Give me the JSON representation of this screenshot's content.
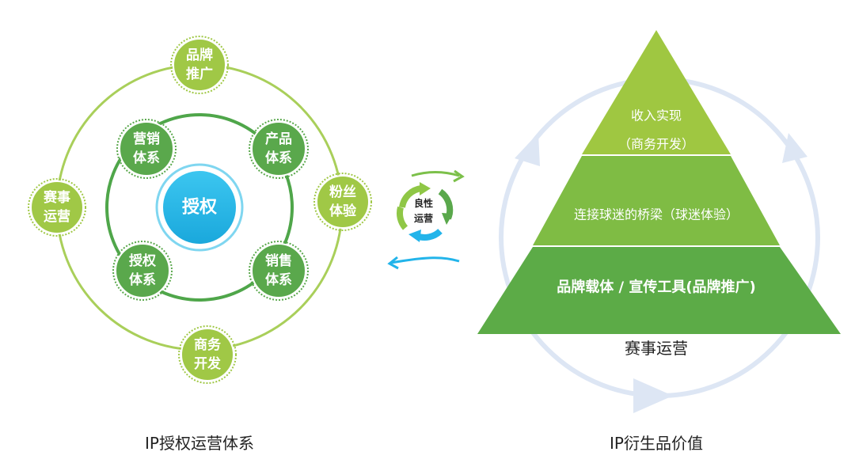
{
  "colors": {
    "outer_ring": "#a9cf5a",
    "inner_ring": "#4fa64a",
    "outer_node": "#a0c846",
    "inner_node": "#5aa84c",
    "center_fill": "#2ab8e6",
    "center_ring": "#7fd6f0",
    "cycle_green_light": "#8fc746",
    "cycle_green_dark": "#5aa84c",
    "cycle_blue": "#22b4ea",
    "flow_arrow_green": "#7cc04a",
    "flow_arrow_blue": "#22b4ea",
    "pyramid_top": "#9fc741",
    "pyramid_mid": "#7fbc44",
    "pyramid_base": "#5cab47",
    "orbit": "#dde6f4"
  },
  "left_diagram": {
    "center": "授权",
    "inner_nodes": [
      {
        "line1": "营销",
        "line2": "体系"
      },
      {
        "line1": "产品",
        "line2": "体系"
      },
      {
        "line1": "授权",
        "line2": "体系"
      },
      {
        "line1": "销售",
        "line2": "体系"
      }
    ],
    "outer_nodes": [
      {
        "line1": "品牌",
        "line2": "推广"
      },
      {
        "line1": "赛事",
        "line2": "运营"
      },
      {
        "line1": "粉丝",
        "line2": "体验"
      },
      {
        "line1": "商务",
        "line2": "开发"
      }
    ],
    "caption": "IP授权运营体系"
  },
  "cycle": {
    "line1": "良性",
    "line2": "运营"
  },
  "right_diagram": {
    "tiers": [
      {
        "line1": "收入实现",
        "line2": "（商务开发）"
      },
      {
        "line1": "连接球迷的桥梁（球迷体验）"
      },
      {
        "line1": "品牌载体 / 宣传工具(品牌推广)"
      }
    ],
    "base_label": "赛事运营",
    "caption": "IP衍生品价值"
  }
}
